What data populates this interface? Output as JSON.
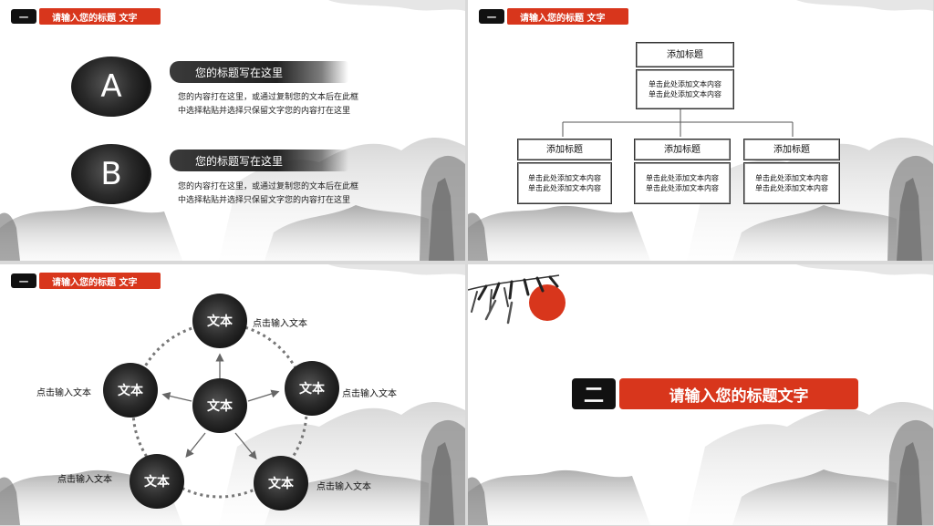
{
  "slide1": {
    "header": {
      "num": "一",
      "title": "请输入您的标题 文字"
    },
    "items": [
      {
        "letter": "A",
        "heading": "您的标题写在这里",
        "line1": "您的内容打在这里，或通过复制您的文本后在此框",
        "line2": "中选择粘贴并选择只保留文字您的内容打在这里"
      },
      {
        "letter": "B",
        "heading": "您的标题写在这里",
        "line1": "您的内容打在这里，或通过复制您的文本后在此框",
        "line2": "中选择粘贴并选择只保留文字您的内容打在这里"
      }
    ]
  },
  "slide2": {
    "header": {
      "num": "一",
      "title": "请输入您的标题 文字"
    },
    "top": {
      "title": "添加标题",
      "line1": "单击此处添加文本内容",
      "line2": "单击此处添加文本内容"
    },
    "children": [
      {
        "title": "添加标题",
        "line1": "单击此处添加文本内容",
        "line2": "单击此处添加文本内容"
      },
      {
        "title": "添加标题",
        "line1": "单击此处添加文本内容",
        "line2": "单击此处添加文本内容"
      },
      {
        "title": "添加标题",
        "line1": "单击此处添加文本内容",
        "line2": "单击此处添加文本内容"
      }
    ]
  },
  "slide3": {
    "header": {
      "num": "一",
      "title": "请输入您的标题 文字"
    },
    "center": "文本",
    "nodes": [
      {
        "text": "文本",
        "label": "点击输入文本"
      },
      {
        "text": "文本",
        "label": "点击输入文本"
      },
      {
        "text": "文本",
        "label": "点击输入文本"
      },
      {
        "text": "文本",
        "label": "点击输入文本"
      },
      {
        "text": "文本",
        "label": "点击输入文本"
      }
    ]
  },
  "slide4": {
    "num": "二",
    "title": "请输入您的标题文字"
  },
  "colors": {
    "accent": "#d8361c",
    "ink": "#1a1a1a"
  }
}
